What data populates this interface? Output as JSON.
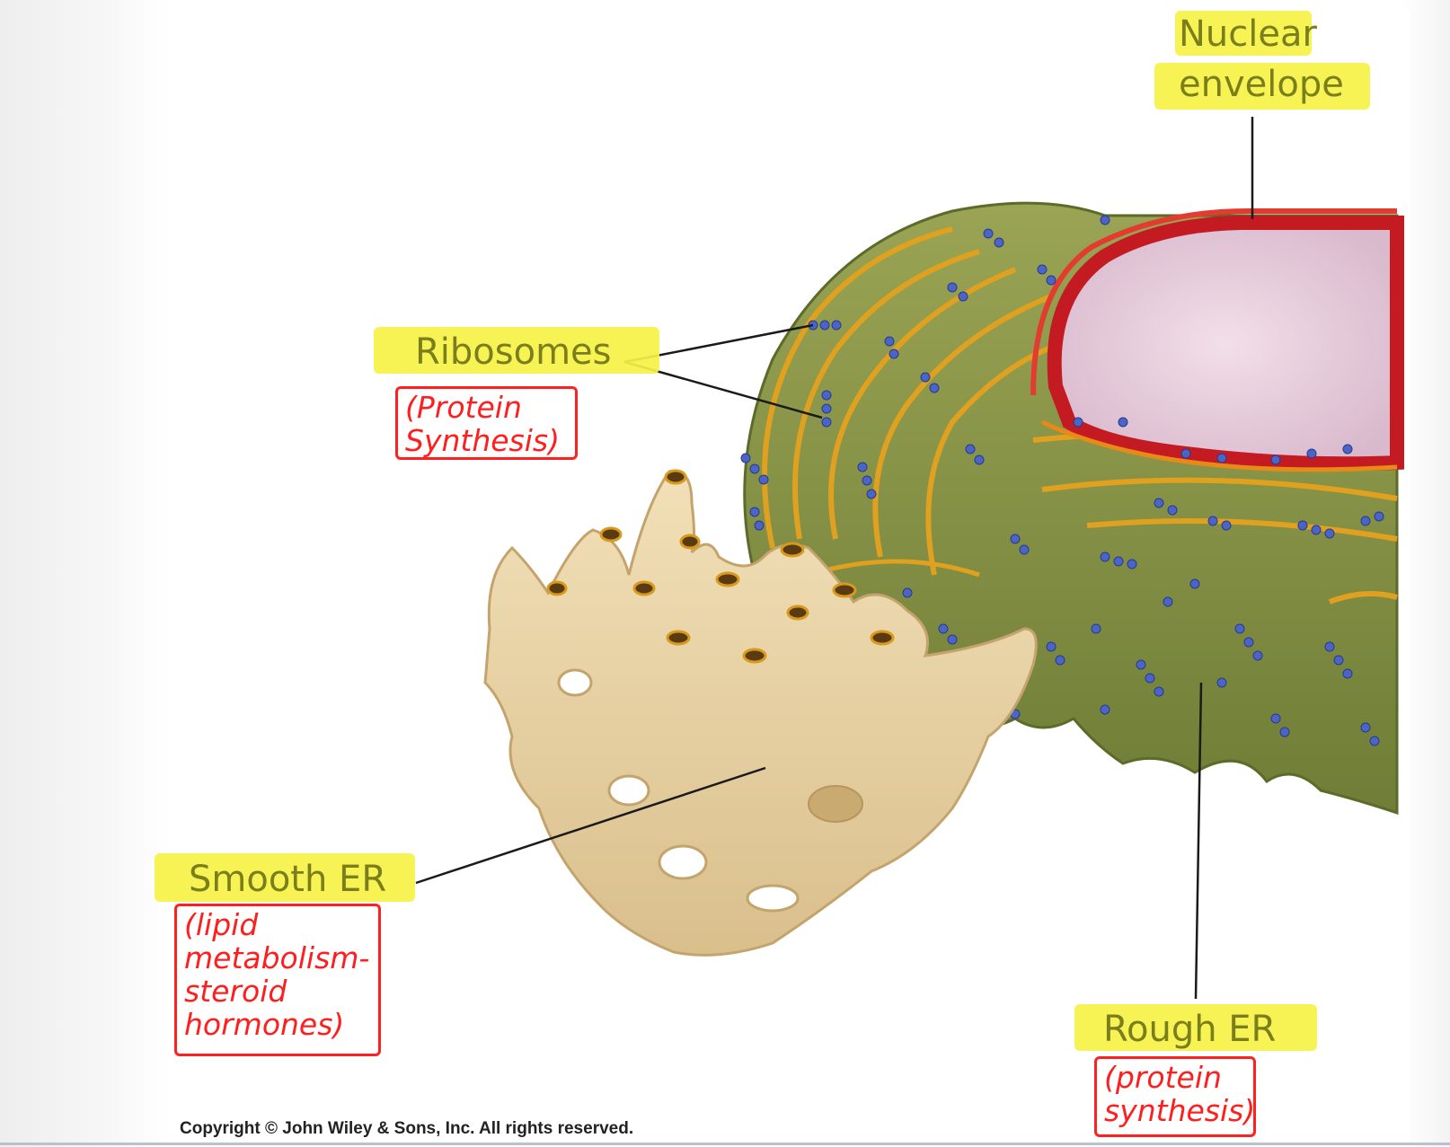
{
  "labels": {
    "nuclear_envelope": {
      "line1": "Nuclear",
      "line2": "envelope"
    },
    "ribosomes": "Ribosomes",
    "smooth_er": "Smooth ER",
    "rough_er": "Rough ER"
  },
  "notes": {
    "ribosomes": [
      "(Protein",
      "Synthesis)"
    ],
    "smooth_er": [
      "(lipid",
      "metabolism-",
      "steroid",
      "hormones)"
    ],
    "rough_er": [
      "(protein",
      "synthesis)"
    ]
  },
  "copyright": "Copyright © John Wiley & Sons, Inc. All rights reserved.",
  "colors": {
    "label_text": "#7a7f1c",
    "highlight": "#f6f247",
    "annotation": "#ff2020",
    "rough_er_membrane": "#7d8a3c",
    "smooth_er": "#e9d4a6",
    "nucleus": "#e8cfe0",
    "nuclear_envelope": "#d6202a",
    "ribosome": "#4a64c8"
  }
}
